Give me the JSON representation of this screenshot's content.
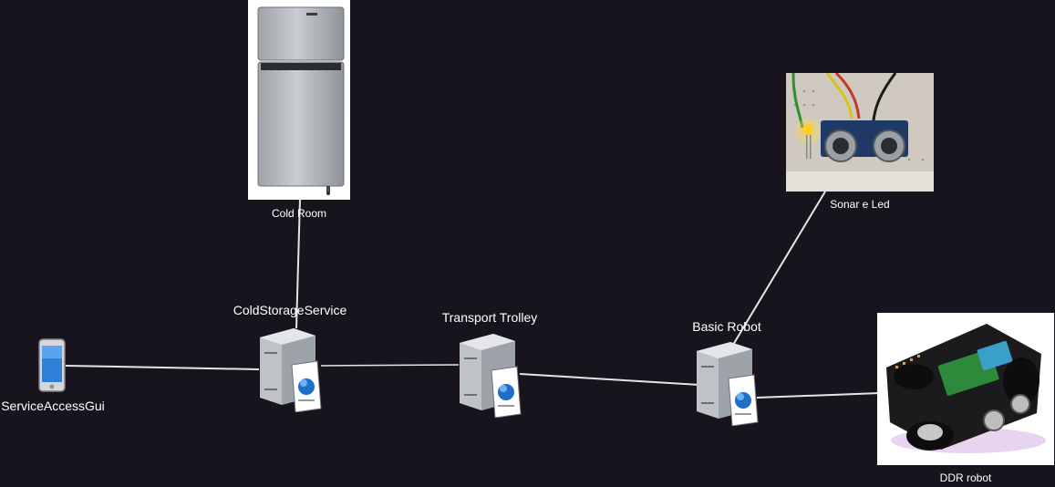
{
  "colors": {
    "background": "#18141d",
    "link": "#e6e6e6",
    "label": "#ffffff"
  },
  "diagram": {
    "nodes": {
      "phone": {
        "label": "ServiceAccessGui",
        "icon": "smartphone-icon"
      },
      "cold_storage": {
        "label": "ColdStorageService",
        "icon": "web-server-icon"
      },
      "trolley": {
        "label": "Transport Trolley",
        "icon": "web-server-icon"
      },
      "basic_robot": {
        "label": "Basic Robot",
        "icon": "web-server-icon"
      },
      "cold_room": {
        "label": "Cold Room",
        "icon": "refrigerator-photo"
      },
      "sonar": {
        "label": "Sonar e Led",
        "icon": "sonar-led-breadboard-photo"
      },
      "ddr": {
        "label": "DDR robot",
        "icon": "ddr-robot-photo"
      }
    },
    "links": [
      {
        "from": "phone",
        "to": "cold_storage"
      },
      {
        "from": "cold_storage",
        "to": "cold_room"
      },
      {
        "from": "cold_storage",
        "to": "trolley"
      },
      {
        "from": "trolley",
        "to": "basic_robot"
      },
      {
        "from": "basic_robot",
        "to": "sonar"
      },
      {
        "from": "basic_robot",
        "to": "ddr"
      }
    ]
  }
}
